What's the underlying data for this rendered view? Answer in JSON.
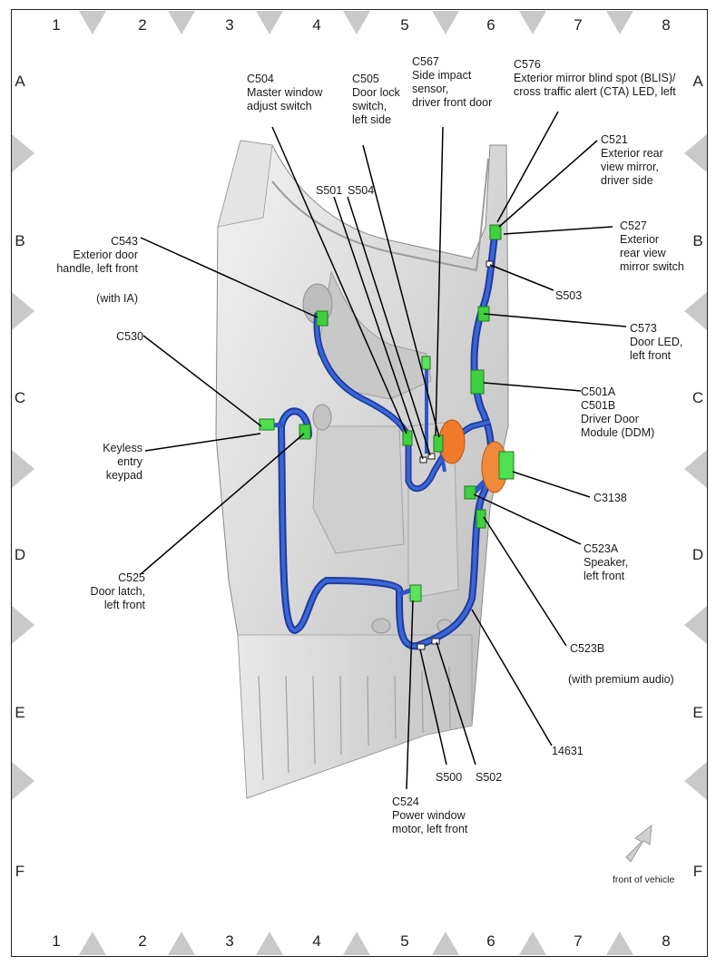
{
  "grid": {
    "columns": [
      "1",
      "2",
      "3",
      "4",
      "5",
      "6",
      "7",
      "8"
    ],
    "rows": [
      "A",
      "B",
      "C",
      "D",
      "E",
      "F"
    ]
  },
  "labels": {
    "C504": [
      "C504",
      "Master window",
      "adjust switch"
    ],
    "C505": [
      "C505",
      "Door lock",
      "switch,",
      "left side"
    ],
    "C567": [
      "C567",
      "Side impact",
      "sensor,",
      "driver front door"
    ],
    "C576": [
      "C576",
      "Exterior mirror blind spot (BLIS)/",
      "cross traffic alert (CTA) LED, left"
    ],
    "C521": [
      "C521",
      "Exterior rear",
      "view mirror,",
      "driver side"
    ],
    "C527": [
      "C527",
      "Exterior",
      "rear view",
      "mirror switch"
    ],
    "S501": [
      "S501"
    ],
    "S504": [
      "S504"
    ],
    "C543": [
      "C543",
      "Exterior door",
      "handle, left front"
    ],
    "C543_note": [
      "(with IA)"
    ],
    "S503": [
      "S503"
    ],
    "C530": [
      "C530"
    ],
    "C573": [
      "C573",
      "Door LED,",
      "left front"
    ],
    "C501": [
      "C501A",
      "C501B",
      "Driver Door",
      "Module (DDM)"
    ],
    "Keyless": [
      "Keyless",
      "entry",
      "keypad"
    ],
    "C3138": [
      "C3138"
    ],
    "C523A": [
      "C523A",
      "Speaker,",
      "left front"
    ],
    "C525": [
      "C525",
      "Door latch,",
      "left front"
    ],
    "C523B": [
      "C523B"
    ],
    "C523B_note": [
      "(with premium audio)"
    ],
    "14631": [
      "14631"
    ],
    "S500": [
      "S500"
    ],
    "S502": [
      "S502"
    ],
    "C524": [
      "C524",
      "Power window",
      "motor, left front"
    ]
  },
  "front_of_vehicle": "front of vehicle",
  "colors": {
    "harness": "#2f55c8",
    "connector": "#3fcf3f",
    "grommet": "#f07a2a",
    "panel": "#d8d8d8"
  }
}
